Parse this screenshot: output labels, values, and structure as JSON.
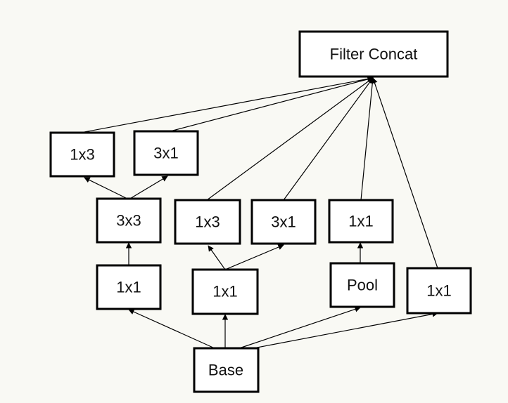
{
  "diagram": {
    "nodes": {
      "filter_concat": "Filter Concat",
      "b1_1x3": "1x3",
      "b1_3x1": "3x1",
      "b1_3x3": "3x3",
      "b1_1x1": "1x1",
      "b2_1x3": "1x3",
      "b2_3x1": "3x1",
      "b2_1x1": "1x1",
      "b3_1x1_top": "1x1",
      "b3_pool": "Pool",
      "b4_1x1": "1x1",
      "base": "Base"
    },
    "colors": {
      "background": "#f9f9f4",
      "box_fill": "#ffffff",
      "stroke": "#000000"
    }
  }
}
